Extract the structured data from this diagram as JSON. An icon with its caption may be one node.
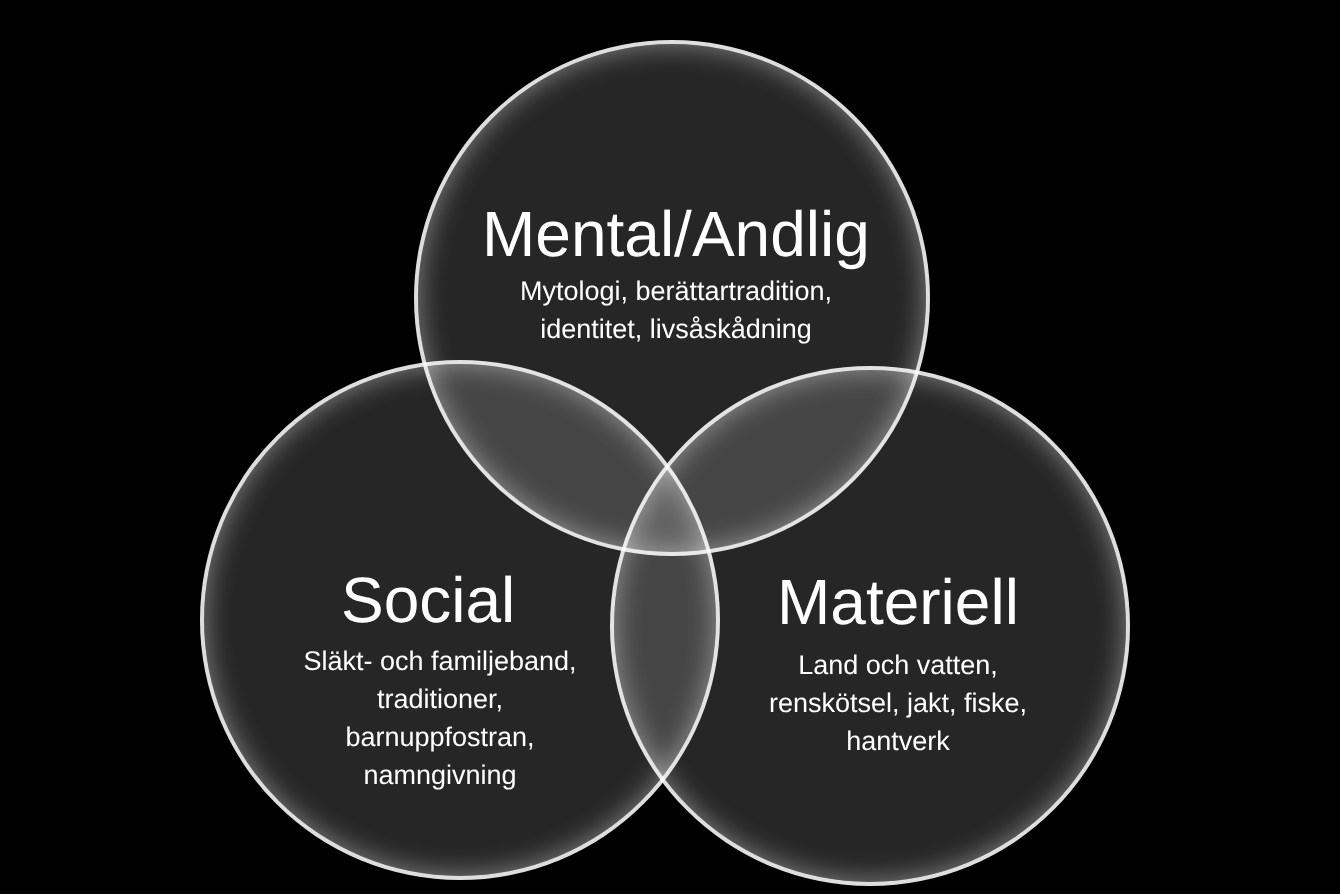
{
  "diagram": {
    "nodes": [
      {
        "text": [
          "Mental/Andlig",
          "Mytologi, berättartradition, identitet, livsåskådning"
        ]
      },
      {
        "text": [
          "Social",
          "Släkt- och familjeband, traditioner, barnuppfostran, namngivning"
        ]
      },
      {
        "text": [
          "Materiell",
          "Land och vatten, renskötsel, jakt, fiske, hantverk"
        ]
      }
    ]
  }
}
